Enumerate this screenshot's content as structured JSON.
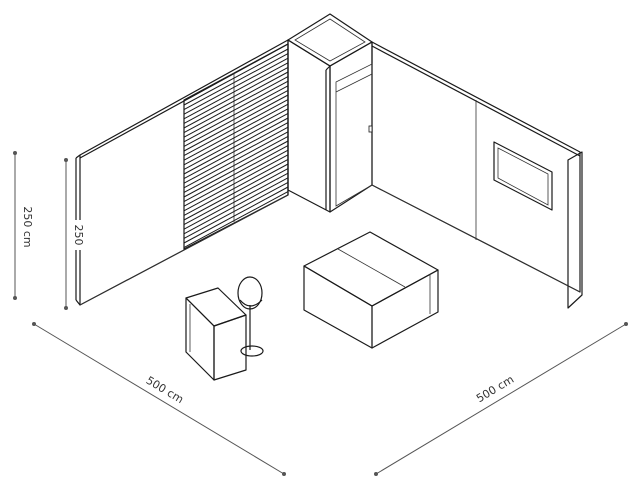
{
  "dimensions": {
    "height_outer": "250 cm",
    "height_inner": "250",
    "width_left": "500 cm",
    "width_right": "500 cm"
  },
  "colors": {
    "line": "#1a1a1a",
    "dimension": "#555555",
    "background": "#ffffff"
  }
}
